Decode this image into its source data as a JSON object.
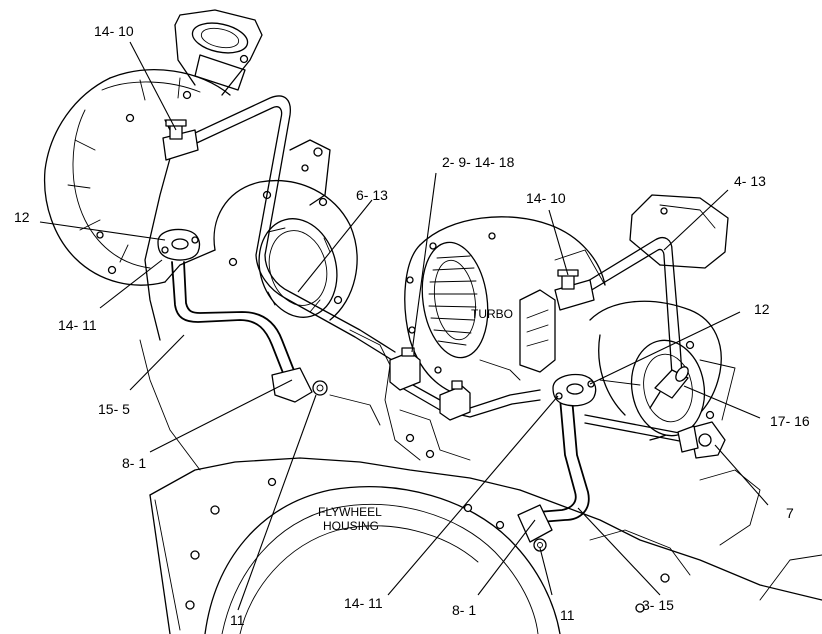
{
  "diagram": {
    "component_labels": {
      "turbo": "TURBO",
      "flywheel_line1": "FLYWHEEL",
      "flywheel_line2": "HOUSING"
    },
    "callouts": [
      {
        "id": "c-14-10-top",
        "text": "14- 10"
      },
      {
        "id": "c-12-left",
        "text": "12"
      },
      {
        "id": "c-14-11-left",
        "text": "14- 11"
      },
      {
        "id": "c-15-5",
        "text": "15- 5"
      },
      {
        "id": "c-8-1-left",
        "text": "8- 1"
      },
      {
        "id": "c-11-left",
        "text": "11"
      },
      {
        "id": "c-6-13",
        "text": "6- 13"
      },
      {
        "id": "c-2-9-14-18",
        "text": "2- 9- 14- 18"
      },
      {
        "id": "c-14-10-mid",
        "text": "14- 10"
      },
      {
        "id": "c-4-13",
        "text": "4- 13"
      },
      {
        "id": "c-12-right",
        "text": "12"
      },
      {
        "id": "c-17-16",
        "text": "17- 16"
      },
      {
        "id": "c-7",
        "text": "7"
      },
      {
        "id": "c-14-11-bottom",
        "text": "14- 11"
      },
      {
        "id": "c-8-1-bottom",
        "text": "8- 1"
      },
      {
        "id": "c-11-bottom",
        "text": "11"
      },
      {
        "id": "c-3-15",
        "text": "3- 15"
      }
    ]
  }
}
